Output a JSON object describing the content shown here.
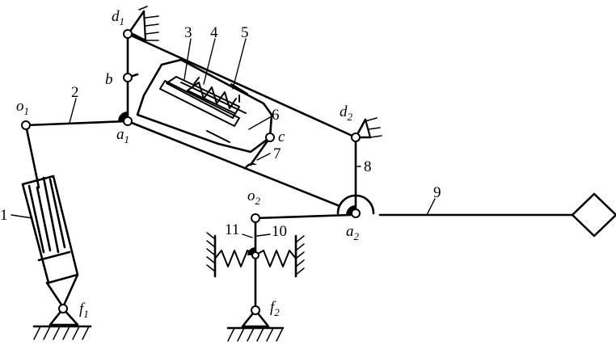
{
  "joints": {
    "d1": {
      "letter": "d",
      "sub": "1"
    },
    "b": {
      "letter": "b",
      "sub": ""
    },
    "o1": {
      "letter": "o",
      "sub": "1"
    },
    "a1": {
      "letter": "a",
      "sub": "1"
    },
    "c": {
      "letter": "c",
      "sub": ""
    },
    "d2": {
      "letter": "d",
      "sub": "2"
    },
    "o2": {
      "letter": "o",
      "sub": "2"
    },
    "a2": {
      "letter": "a",
      "sub": "2"
    },
    "f1": {
      "letter": "f",
      "sub": "1"
    },
    "f2": {
      "letter": "f",
      "sub": "2"
    }
  },
  "part_numbers": {
    "n1": "1",
    "n2": "2",
    "n3": "3",
    "n4": "4",
    "n5": "5",
    "n6": "6",
    "n7": "7",
    "n8": "8",
    "n9": "9",
    "n10": "10",
    "n11": "11"
  }
}
